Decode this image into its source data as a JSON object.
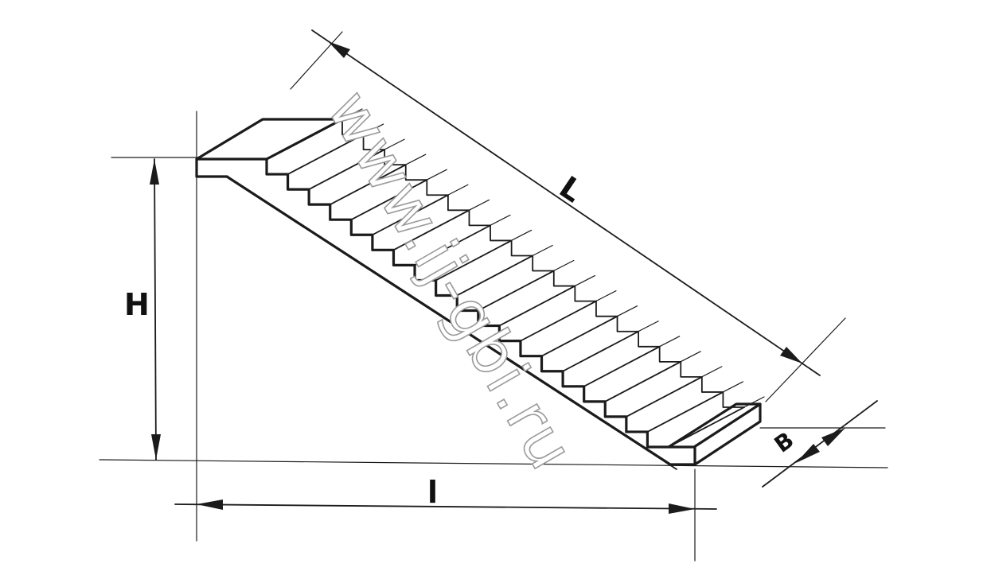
{
  "diagram": {
    "labels": {
      "length_L": "L",
      "height_H": "H",
      "length_l": "l",
      "width_B": "B"
    },
    "watermark": "www.ij-gbi.ru",
    "step_count": 19
  }
}
